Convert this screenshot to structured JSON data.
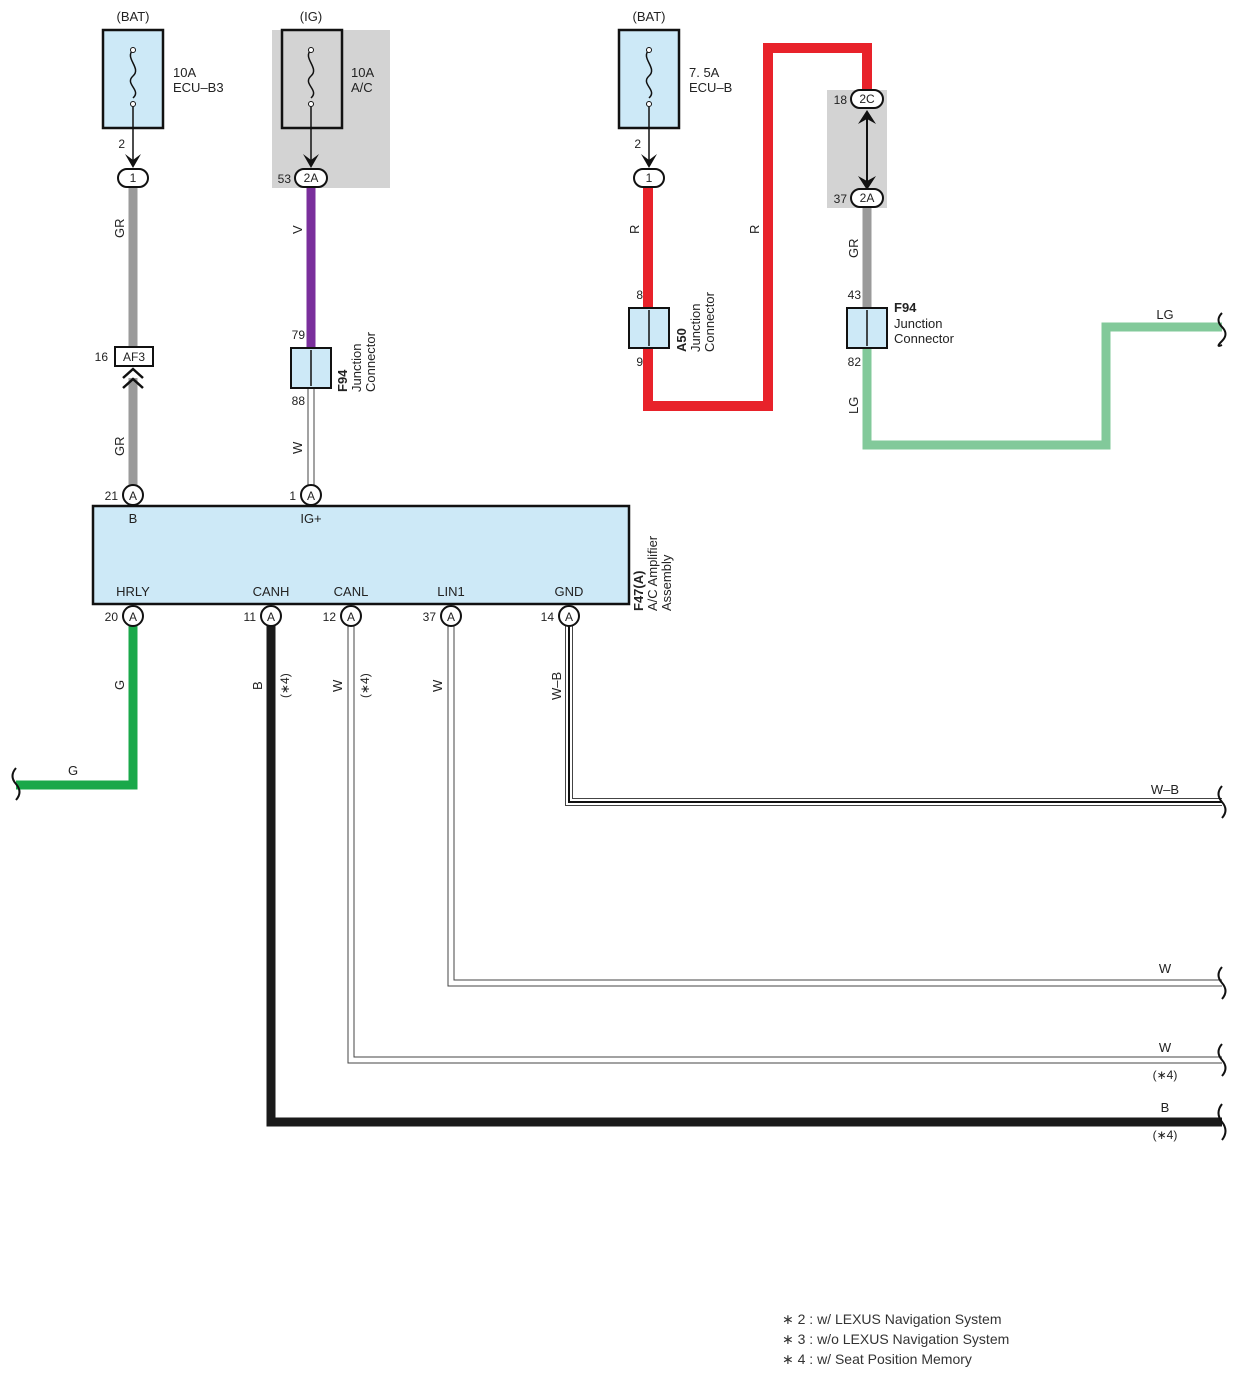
{
  "fuses": {
    "ecu_b3": {
      "source": "(BAT)",
      "rating": "10A",
      "name": "ECU–B3"
    },
    "ac": {
      "source": "(IG)",
      "rating": "10A",
      "name": "A/C"
    },
    "ecu_b": {
      "source": "(BAT)",
      "rating": "7. 5A",
      "name": "ECU–B"
    }
  },
  "pins": {
    "p2a": "2",
    "c1a": "1",
    "p53": "53",
    "c2a": "2A",
    "p2b": "2",
    "c1b": "1",
    "p18": "18",
    "c2c": "2C",
    "p37top": "37",
    "c2a_b": "2A",
    "p16": "16",
    "af3": "AF3",
    "p79": "79",
    "p88": "88",
    "p8": "8",
    "p9": "9",
    "p43": "43",
    "p82": "82",
    "p21": "21",
    "p1": "1",
    "p20": "20",
    "p11": "11",
    "p12": "12",
    "p37": "37",
    "p14": "14",
    "conn_a": "A"
  },
  "wires": {
    "gr": "GR",
    "v": "V",
    "w": "W",
    "r": "R",
    "lg": "LG",
    "g": "G",
    "b": "B",
    "wb": "W–B",
    "note4": "(∗4)"
  },
  "junctions": {
    "f94_left": {
      "id": "F94",
      "line1": "Junction",
      "line2": "Connector"
    },
    "a50": {
      "id": "A50",
      "line1": "Junction",
      "line2": "Connector"
    },
    "f94_right": {
      "id": "F94",
      "line1": "Junction",
      "line2": "Connector"
    }
  },
  "amplifier": {
    "id": "F47(A)",
    "line1": "A/C Amplifier",
    "line2": "Assembly",
    "terminals": {
      "b": "B",
      "ig": "IG+",
      "hrly": "HRLY",
      "canh": "CANH",
      "canl": "CANL",
      "lin1": "LIN1",
      "gnd": "GND"
    }
  },
  "legend": [
    "∗ 2 : w/ LEXUS Navigation System",
    "∗ 3 : w/o LEXUS Navigation System",
    "∗ 4 : w/ Seat Position Memory"
  ],
  "colors": {
    "component_fill": "#cde9f7",
    "shade": "#d3d3d3",
    "gr": "#9a9a9a",
    "v": "#7a2f9c",
    "r": "#e8222a",
    "lg": "#82c99a",
    "g": "#1aa84a",
    "b": "#1a1a1a"
  }
}
